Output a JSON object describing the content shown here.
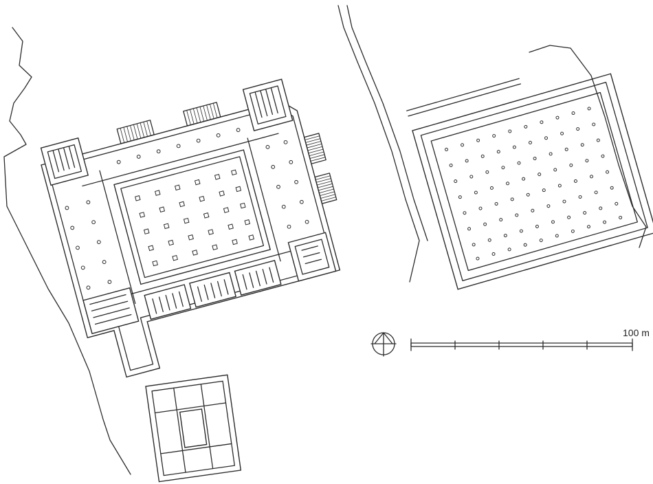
{
  "scale_bar": {
    "label": "100 m",
    "length_m": 100,
    "divisions": 5
  },
  "icons": {
    "north_arrow": "north-arrow-icon"
  },
  "colors": {
    "ink": "#2a2a2a",
    "paper": "#ffffff"
  }
}
